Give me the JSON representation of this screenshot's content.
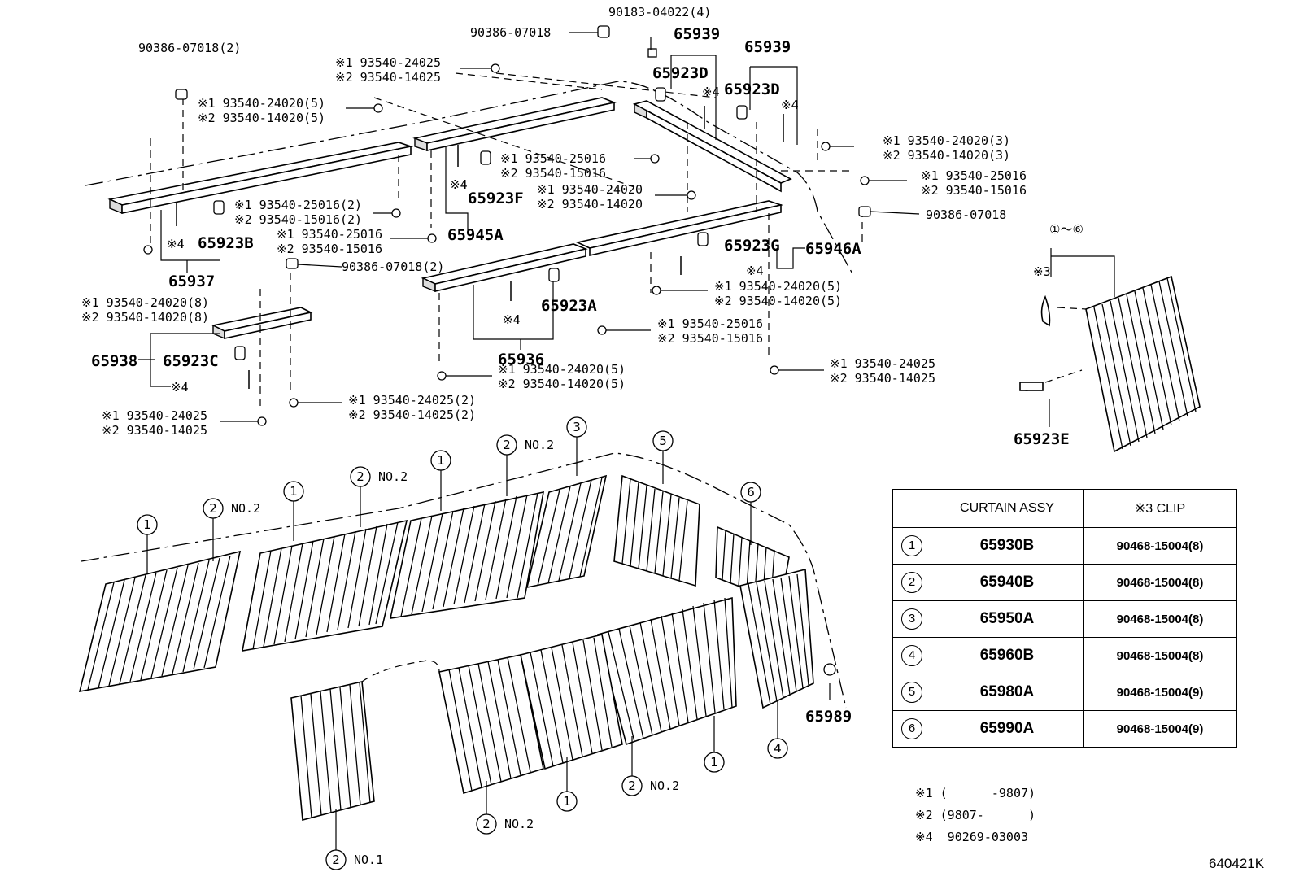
{
  "labels": {
    "l_90183": "90183-04022(4)",
    "l_90386_a": "90386-07018",
    "l_90386_b": "90386-07018(2)",
    "l_90386_c": "90386-07018",
    "l_90386_d": "90386-07018(2)",
    "l_24025_1": "※1 93540-24025",
    "l_14025_1": "※2 93540-14025",
    "l_24020_5a": "※1 93540-24020(5)",
    "l_14020_5a": "※2 93540-14020(5)",
    "l_25016_a": "※1 93540-25016",
    "l_15016_a": "※2 93540-15016",
    "l_24020_a": "※1 93540-24020",
    "l_14020_a": "※2 93540-14020",
    "l_24020_3": "※1 93540-24020(3)",
    "l_14020_3": "※2 93540-14020(3)",
    "l_25016_b": "※1 93540-25016",
    "l_15016_b": "※2 93540-15016",
    "l_25016_2": "※1 93540-25016(2)",
    "l_15016_2": "※2 93540-15016(2)",
    "l_25016_c": "※1 93540-25016",
    "l_15016_c": "※2 93540-15016",
    "l_24020_8": "※1 93540-24020(8)",
    "l_14020_8": "※2 93540-14020(8)",
    "l_24020_5b": "※1 93540-24020(5)",
    "l_14020_5b": "※2 93540-14020(5)",
    "l_25016_d": "※1 93540-25016",
    "l_15016_d": "※2 93540-15016",
    "l_24020_5c": "※1 93540-24020(5)",
    "l_14020_5c": "※2 93540-14020(5)",
    "l_24025_2": "※1 93540-24025",
    "l_14025_2": "※2 93540-14025",
    "l_24025_3": "※1 93540-24025(2)",
    "l_14025_3": "※2 93540-14025(2)",
    "l_24025_4": "※1 93540-24025",
    "l_14025_4": "※2 93540-14025",
    "mark4": "※4",
    "mark3": "※3",
    "range": "①～⑥"
  },
  "parts": {
    "p65939a": "65939",
    "p65939b": "65939",
    "p65923D_a": "65923D",
    "p65923D_b": "65923D",
    "p65923F": "65923F",
    "p65945A": "65945A",
    "p65923B": "65923B",
    "p65937": "65937",
    "p65923G": "65923G",
    "p65946A": "65946A",
    "p65923A": "65923A",
    "p65936": "65936",
    "p65938": "65938",
    "p65923C": "65923C",
    "p65923E": "65923E",
    "p65989": "65989"
  },
  "callouts": {
    "no1": "NO.1",
    "no2": "NO.2"
  },
  "table": {
    "header": [
      "",
      "CURTAIN ASSY",
      "※3 CLIP"
    ],
    "rows": [
      {
        "key": "1",
        "assy": "65930B",
        "clip": "90468-15004(8)"
      },
      {
        "key": "2",
        "assy": "65940B",
        "clip": "90468-15004(8)"
      },
      {
        "key": "3",
        "assy": "65950A",
        "clip": "90468-15004(8)"
      },
      {
        "key": "4",
        "assy": "65960B",
        "clip": "90468-15004(8)"
      },
      {
        "key": "5",
        "assy": "65980A",
        "clip": "90468-15004(9)"
      },
      {
        "key": "6",
        "assy": "65990A",
        "clip": "90468-15004(9)"
      }
    ]
  },
  "notes": {
    "n1": "※1 (      -9807)",
    "n2": "※2 (9807-      )",
    "n4": "※4  90269-03003"
  },
  "figure_code": "640421K"
}
